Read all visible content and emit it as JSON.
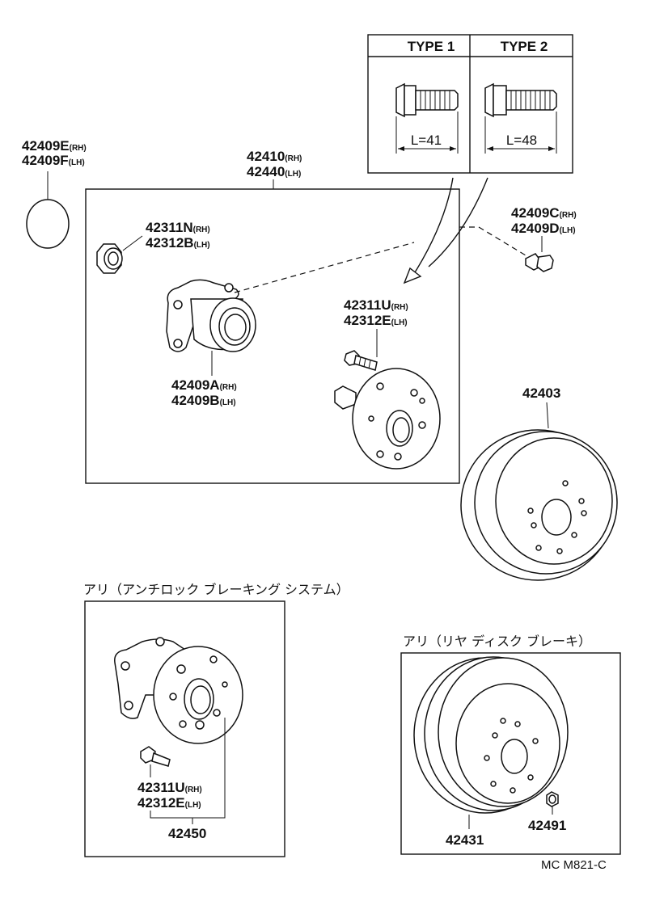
{
  "inset": {
    "type1": {
      "title": "TYPE 1",
      "length": "L=41"
    },
    "type2": {
      "title": "TYPE 2",
      "length": "L=48"
    }
  },
  "labels": {
    "oring": {
      "rh": "42409E",
      "lh": "42409F"
    },
    "hub_assy": {
      "rh": "42410",
      "lh": "42440"
    },
    "nut": {
      "rh": "42311N",
      "lh": "42312B"
    },
    "bearing": {
      "rh": "42409A",
      "lh": "42409B"
    },
    "bolt_top": {
      "rh": "42409C",
      "lh": "42409D"
    },
    "stud": {
      "rh": "42311U",
      "lh": "42312E"
    },
    "drum": "42403",
    "abs_stud": {
      "rh": "42311U",
      "lh": "42312E"
    },
    "abs_hub": "42450",
    "disc": "42431",
    "disc_nut": "42491",
    "rh_suffix": "(RH)",
    "lh_suffix": "(LH)"
  },
  "notes": {
    "abs": "アリ（アンチロック ブレーキング システム）",
    "rear_disc": "アリ（リヤ ディスク ブレーキ）"
  },
  "footer": {
    "code": "MC M821-C"
  }
}
